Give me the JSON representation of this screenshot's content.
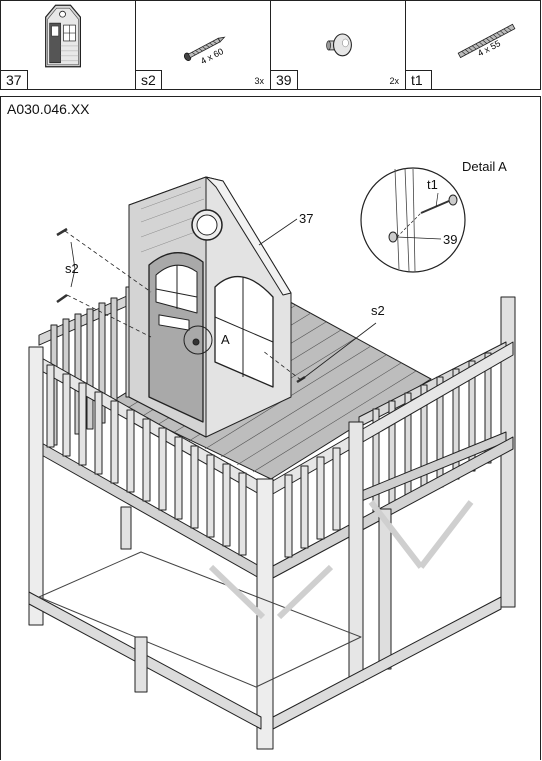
{
  "parts": [
    {
      "code": "37",
      "qty": "",
      "dim": "",
      "icon": "playhouse-wall-icon"
    },
    {
      "code": "s2",
      "qty": "3x",
      "dim": "4 x 60",
      "icon": "screw-icon"
    },
    {
      "code": "39",
      "qty": "2x",
      "dim": "",
      "icon": "knob-icon"
    },
    {
      "code": "t1",
      "qty": "",
      "dim": "4 x 55",
      "icon": "threaded-rod-icon"
    }
  ],
  "reference": "A030.046.XX",
  "callouts": {
    "wall": "37",
    "screws_left": "s2",
    "screws_right": "s2",
    "detail_marker": "A",
    "detail_title": "Detail A",
    "detail_rod": "t1",
    "detail_knob": "39"
  }
}
